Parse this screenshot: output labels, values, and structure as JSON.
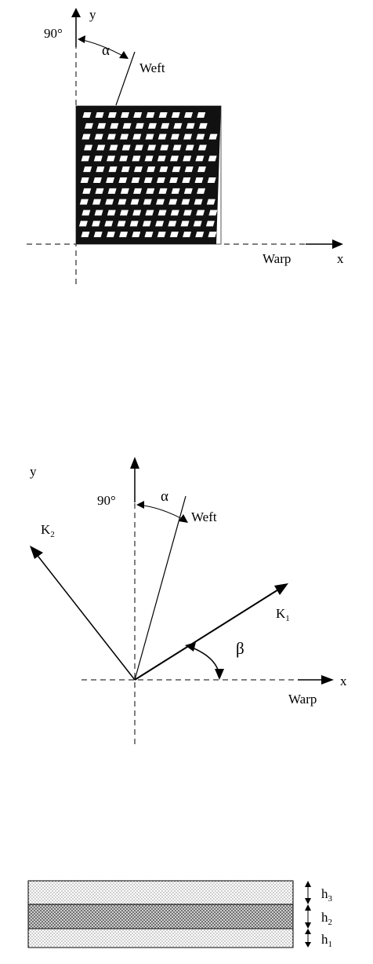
{
  "figure1": {
    "axis_y": "y",
    "axis_x": "x",
    "angle_90": "90°",
    "alpha": "α",
    "weft": "Weft",
    "warp": "Warp"
  },
  "figure2": {
    "axis_y": "y",
    "axis_x": "x",
    "angle_90": "90°",
    "alpha": "α",
    "beta": "β",
    "weft": "Weft",
    "warp": "Warp",
    "k1": {
      "base": "K",
      "sub": "1"
    },
    "k2": {
      "base": "K",
      "sub": "2"
    }
  },
  "figure3": {
    "layers": [
      {
        "base": "h",
        "sub": "3"
      },
      {
        "base": "h",
        "sub": "2"
      },
      {
        "base": "h",
        "sub": "1"
      }
    ]
  }
}
